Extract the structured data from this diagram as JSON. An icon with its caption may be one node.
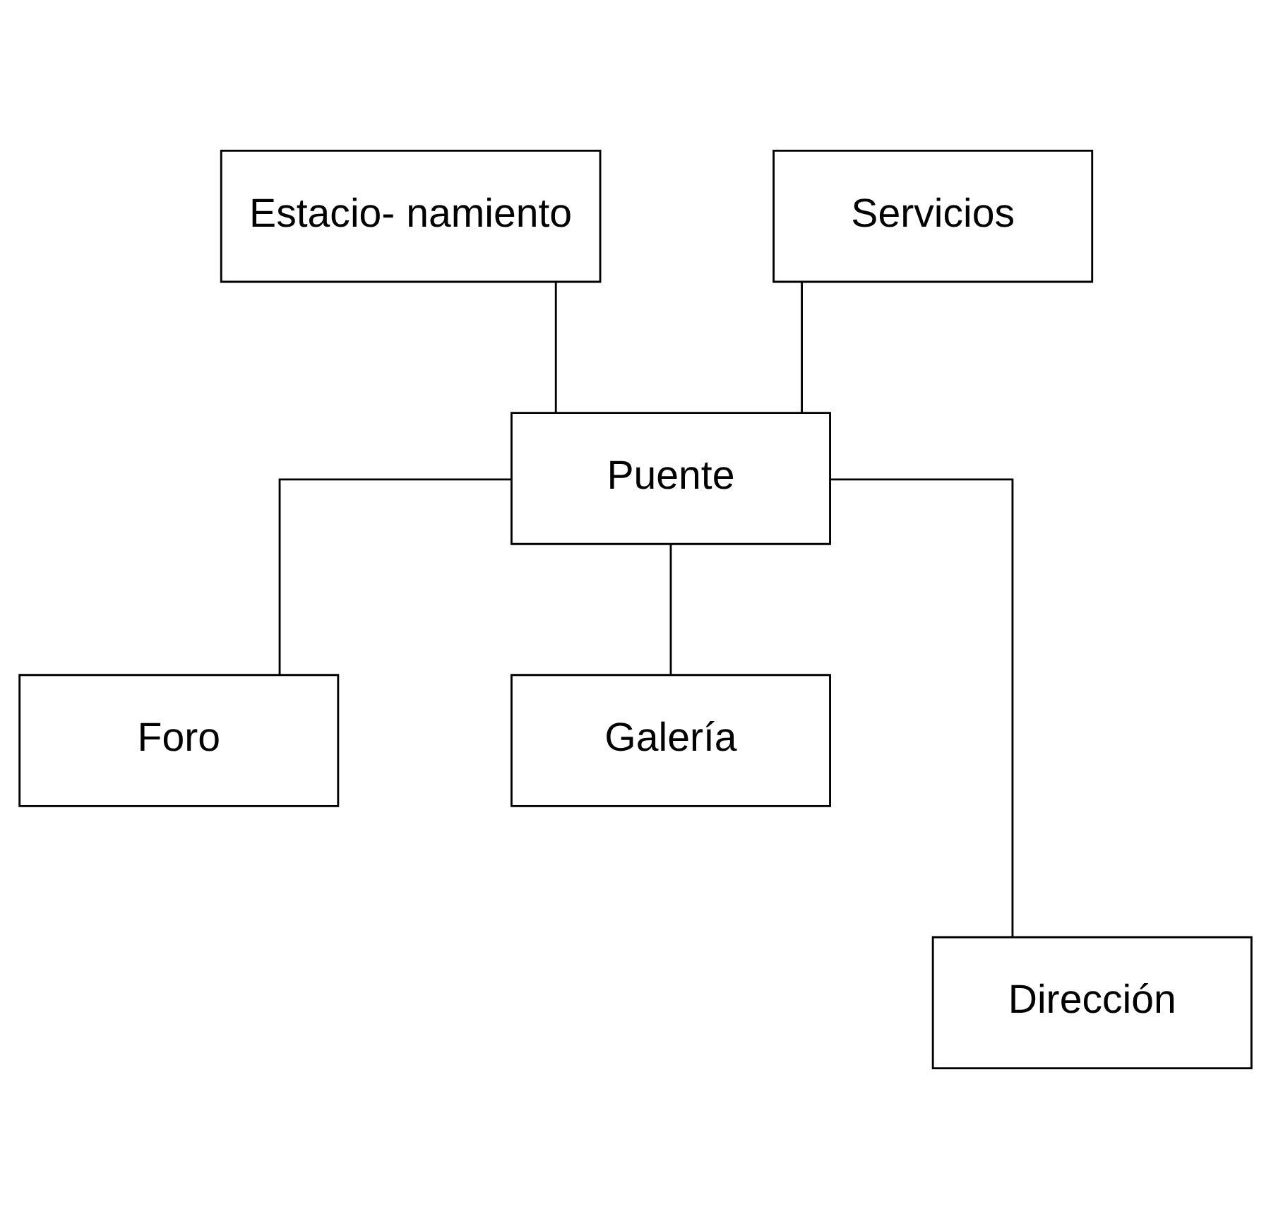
{
  "diagram": {
    "nodes": [
      {
        "text": [
          "Estacio- namiento"
        ]
      },
      {
        "text": [
          "Servicios"
        ]
      },
      {
        "text": [
          "Puente"
        ]
      },
      {
        "text": [
          "Foro"
        ]
      },
      {
        "text": [
          "Galería"
        ]
      },
      {
        "text": [
          "Dirección"
        ]
      }
    ],
    "edges": [
      {
        "from": 0,
        "to": 2,
        "arrow": "none"
      },
      {
        "from": 1,
        "to": 2,
        "arrow": "none"
      },
      {
        "from": 2,
        "to": 3,
        "arrow": "none"
      },
      {
        "from": 2,
        "to": 4,
        "arrow": "none"
      },
      {
        "from": 2,
        "to": 5,
        "arrow": "none"
      }
    ]
  }
}
